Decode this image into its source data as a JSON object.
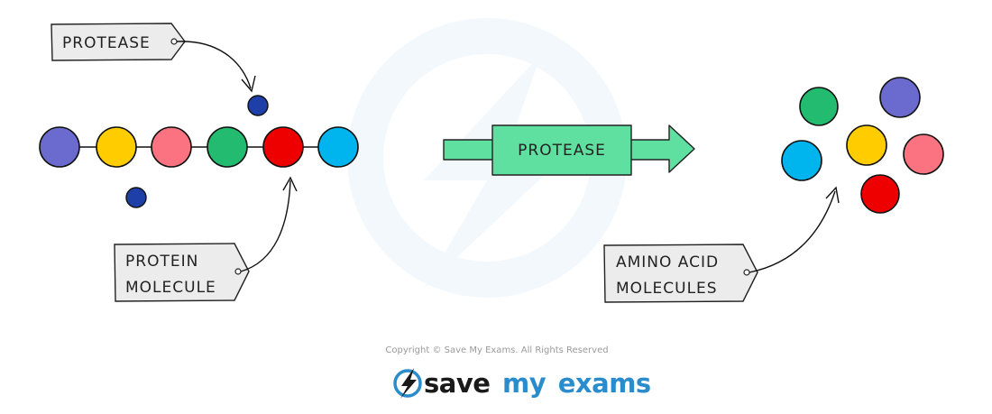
{
  "labels": {
    "protease_top": "PROTEASE",
    "protein_line1": "PROTEIN",
    "protein_line2": "MOLECULE",
    "arrow_label": "PROTEASE",
    "amino_line1": "AMINO  ACID",
    "amino_line2": "MOLECULES"
  },
  "footer": {
    "copyright": "Copyright © Save My Exams. All Rights Reserved",
    "brand_part1": "save",
    "brand_part2": "my",
    "brand_part3": "exams"
  },
  "colors": {
    "purple": "#6b6bcf",
    "yellow": "#ffcc00",
    "pink": "#fb7280",
    "green": "#22bb6f",
    "red": "#ee0000",
    "cyan": "#00b4ee",
    "navy": "#1e3fa8",
    "arrow": "#5fe0a0",
    "tag_fill": "#ececec",
    "brand_dark": "#1a1a1a",
    "brand_blue": "#2a8ccc"
  }
}
